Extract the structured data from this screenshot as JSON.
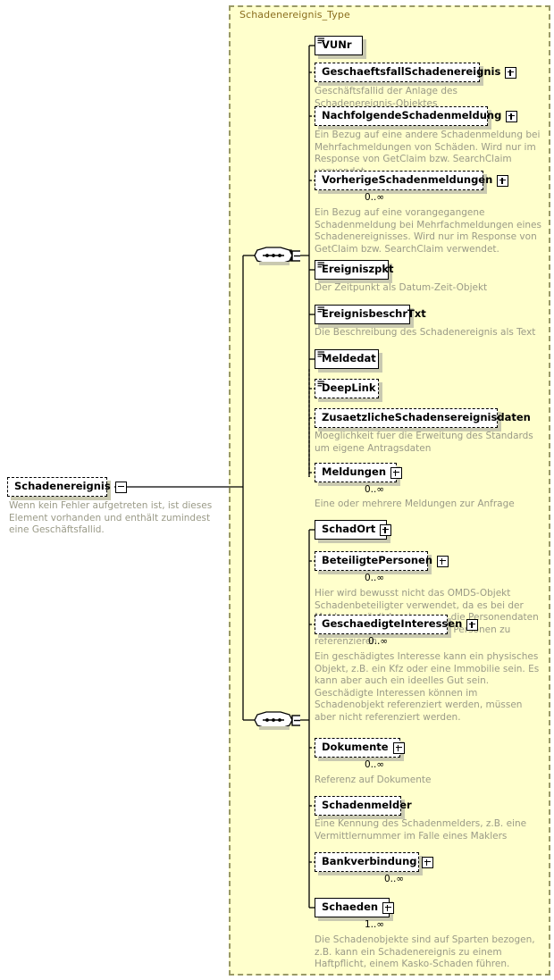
{
  "diagram": {
    "kind": "xsd-element-diagram",
    "type_container_title": "Schadenereignis_Type",
    "colors": {
      "container_bg": "#ffffcc",
      "container_border": "#999966",
      "title_text": "#8a6d1e",
      "doc_text": "#9a9a87",
      "node_border": "#000000",
      "node_bg": "#ffffff",
      "shadow": "#c9c9b0"
    }
  },
  "root": {
    "label": "Schadenereignis",
    "toggle": "minus-box",
    "occurrence": "",
    "documentation": "Wenn kein Fehler aufgetreten ist, ist dieses Element vorhanden und enthält zumindest eine Geschäftsfallid."
  },
  "compositors": [
    {
      "name": "sequence-top",
      "kind": "sequence",
      "toggle": "minus-box"
    },
    {
      "name": "sequence-bottom",
      "kind": "sequence",
      "toggle": "minus-box"
    }
  ],
  "groups": [
    {
      "name": "first-sequence",
      "nodes": [
        {
          "label": "VUNr",
          "required": true,
          "has_type_glyph": true,
          "expandable": false,
          "occurrence": "",
          "documentation": ""
        },
        {
          "label": "GeschaeftsfallSchadenereignis",
          "required": false,
          "has_type_glyph": false,
          "expandable": true,
          "occurrence": "",
          "documentation": "Geschäftsfallid der Anlage des Schadenereignis-Objektes"
        },
        {
          "label": "NachfolgendeSchadenmeldung",
          "required": false,
          "has_type_glyph": false,
          "expandable": true,
          "occurrence": "",
          "documentation": "Ein Bezug auf eine andere Schadenmeldung bei Mehrfachmeldungen von Schäden. Wird nur im Response von GetClaim bzw. SearchClaim verwendet."
        },
        {
          "label": "VorherigeSchadenmeldungen",
          "required": false,
          "has_type_glyph": false,
          "expandable": true,
          "occurrence": "0..∞",
          "documentation": "Ein Bezug auf eine vorangegangene Schadenmeldung bei Mehrfachmeldungen eines Schadenereignisses. Wird nur im Response von GetClaim bzw. SearchClaim verwendet."
        },
        {
          "label": "Ereigniszpkt",
          "required": true,
          "has_type_glyph": true,
          "expandable": false,
          "occurrence": "",
          "documentation": "Der Zeitpunkt als Datum-Zeit-Objekt"
        },
        {
          "label": "EreignisbeschrTxt",
          "required": true,
          "has_type_glyph": true,
          "expandable": false,
          "occurrence": "",
          "documentation": "Die Beschreibung des Schadenereignis als Text"
        },
        {
          "label": "Meldedat",
          "required": true,
          "has_type_glyph": true,
          "expandable": false,
          "occurrence": "",
          "documentation": ""
        },
        {
          "label": "DeepLink",
          "required": false,
          "has_type_glyph": true,
          "expandable": false,
          "occurrence": "",
          "documentation": ""
        },
        {
          "label": "ZusaetzlicheSchadensereignisdaten",
          "required": false,
          "has_type_glyph": false,
          "expandable": false,
          "occurrence": "",
          "documentation": "Moeglichkeit fuer die Erweitung des Standards um eigene Antragsdaten"
        },
        {
          "label": "Meldungen",
          "required": false,
          "has_type_glyph": false,
          "expandable": true,
          "occurrence": "0..∞",
          "documentation": "Eine oder mehrere Meldungen zur Anfrage"
        }
      ]
    },
    {
      "name": "second-sequence",
      "nodes": [
        {
          "label": "SchadOrt",
          "required": true,
          "has_type_glyph": false,
          "expandable": true,
          "occurrence": "",
          "documentation": ""
        },
        {
          "label": "BeteiligtePersonen",
          "required": false,
          "has_type_glyph": false,
          "expandable": true,
          "occurrence": "0..∞",
          "documentation": "Hier wird bewusst nicht das OMDS-Objekt Schadenbeteiligter verwendet, da es bei der Meldung möglich sein muss, die Personendaten anzugeben und nicht nur auf Personen zu referenzieren."
        },
        {
          "label": "GeschaedigteInteressen",
          "required": false,
          "has_type_glyph": false,
          "expandable": true,
          "occurrence": "0..∞",
          "documentation": "Ein geschädigtes Interesse kann ein physisches Objekt, z.B. ein Kfz oder eine Immobilie sein. Es kann aber auch ein ideelles Gut sein. Geschädigte Interessen können im Schadenobjekt referenziert werden, müssen aber nicht referenziert werden."
        },
        {
          "label": "Dokumente",
          "required": false,
          "has_type_glyph": false,
          "expandable": true,
          "occurrence": "0..∞",
          "documentation": "Referenz auf Dokumente"
        },
        {
          "label": "Schadenmelder",
          "required": false,
          "has_type_glyph": false,
          "expandable": false,
          "occurrence": "",
          "documentation": "Eine Kennung des Schadenmelders, z.B. eine Vermittlernummer im Falle eines Maklers"
        },
        {
          "label": "Bankverbindung",
          "required": false,
          "has_type_glyph": false,
          "expandable": true,
          "occurrence": "0..∞",
          "documentation": ""
        },
        {
          "label": "Schaeden",
          "required": true,
          "has_type_glyph": false,
          "expandable": true,
          "occurrence": "1..∞",
          "documentation": "Die Schadenobjekte sind auf Sparten bezogen, z.B. kann ein Schadenereignis zu einem Haftpflicht, einem Kasko-Schaden führen."
        }
      ]
    }
  ]
}
